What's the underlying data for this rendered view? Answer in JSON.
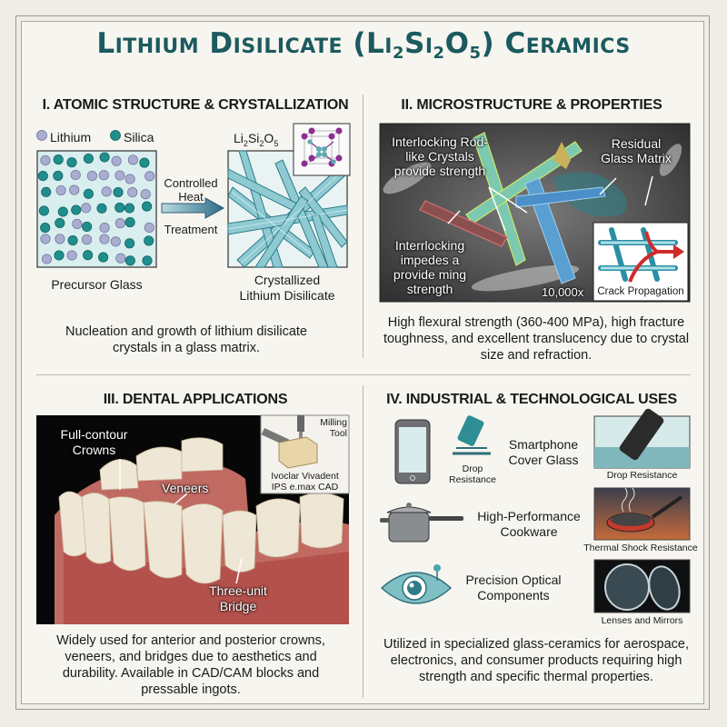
{
  "title": {
    "main": "Lithium Disilicate",
    "formula": {
      "li": "Li",
      "li_sub": "2",
      "si": "Si",
      "si_sub": "2",
      "o": "O",
      "o_sub": "5"
    },
    "suffix": "Ceramics"
  },
  "sections": {
    "atomic": {
      "heading": "I. ATOMIC STRUCTURE & CRYSTALLIZATION",
      "legend": {
        "lithium": "Lithium",
        "silica": "Silica"
      },
      "arrow_top": "Controlled Heat",
      "arrow_bottom": "Treatment",
      "formula_label": "Li2Si2O5",
      "left_label": "Precursor Glass",
      "right_label_1": "Crystallized",
      "right_label_2": "Lithium Disilicate",
      "caption": "Nucleation and growth of lithium disilicate crystals in a glass matrix.",
      "colors": {
        "lithium": "#a9aed1",
        "silica": "#1f8e8c"
      }
    },
    "micro": {
      "heading": "II. MICROSTRUCTURE & PROPERTIES",
      "label_rods": "Interlocking Rod-like Crystals provide strength",
      "label_matrix": "Residual Glass Matrix",
      "label_interlock": "Interrlocking impedes a provide ming strength",
      "magnification": "10,000x",
      "inset_label": "Crack Propagation",
      "caption": "High flexural strength (360-400 MPa), high fracture toughness, and excellent translucency due to crystal size and refraction."
    },
    "dental": {
      "heading": "III. DENTAL APPLICATIONS",
      "label_crowns": "Full-contour Crowns",
      "label_veneers": "Veneers",
      "label_bridge": "Three-unit Bridge",
      "inset_tool": "Milling Tool",
      "inset_brand_1": "Ivoclar Vivadent",
      "inset_brand_2": "IPS e.max CAD",
      "caption": "Widely used for anterior and posterior crowns, veneers, and bridges due to aesthetics and durability. Available in CAD/CAM blocks and pressable ingots."
    },
    "industrial": {
      "heading": "IV. INDUSTRIAL & TECHNOLOGICAL USES",
      "items": [
        {
          "name": "Smartphone Cover Glass",
          "icon_label": "Drop Resistance",
          "image_label": "Drop Resistance"
        },
        {
          "name": "High-Performance Cookware",
          "image_label": "Thermal Shock Resistance"
        },
        {
          "name": "Precision Optical Components",
          "image_label": "Lenses and Mirrors"
        }
      ],
      "caption": "Utilized in specialized glass-ceramics for aerospace, electronics, and consumer products requiring high strength and specific thermal properties."
    }
  },
  "colors": {
    "title": "#1b5a5e",
    "accent_teal": "#3f8e93",
    "crack_red": "#d02b2b"
  }
}
